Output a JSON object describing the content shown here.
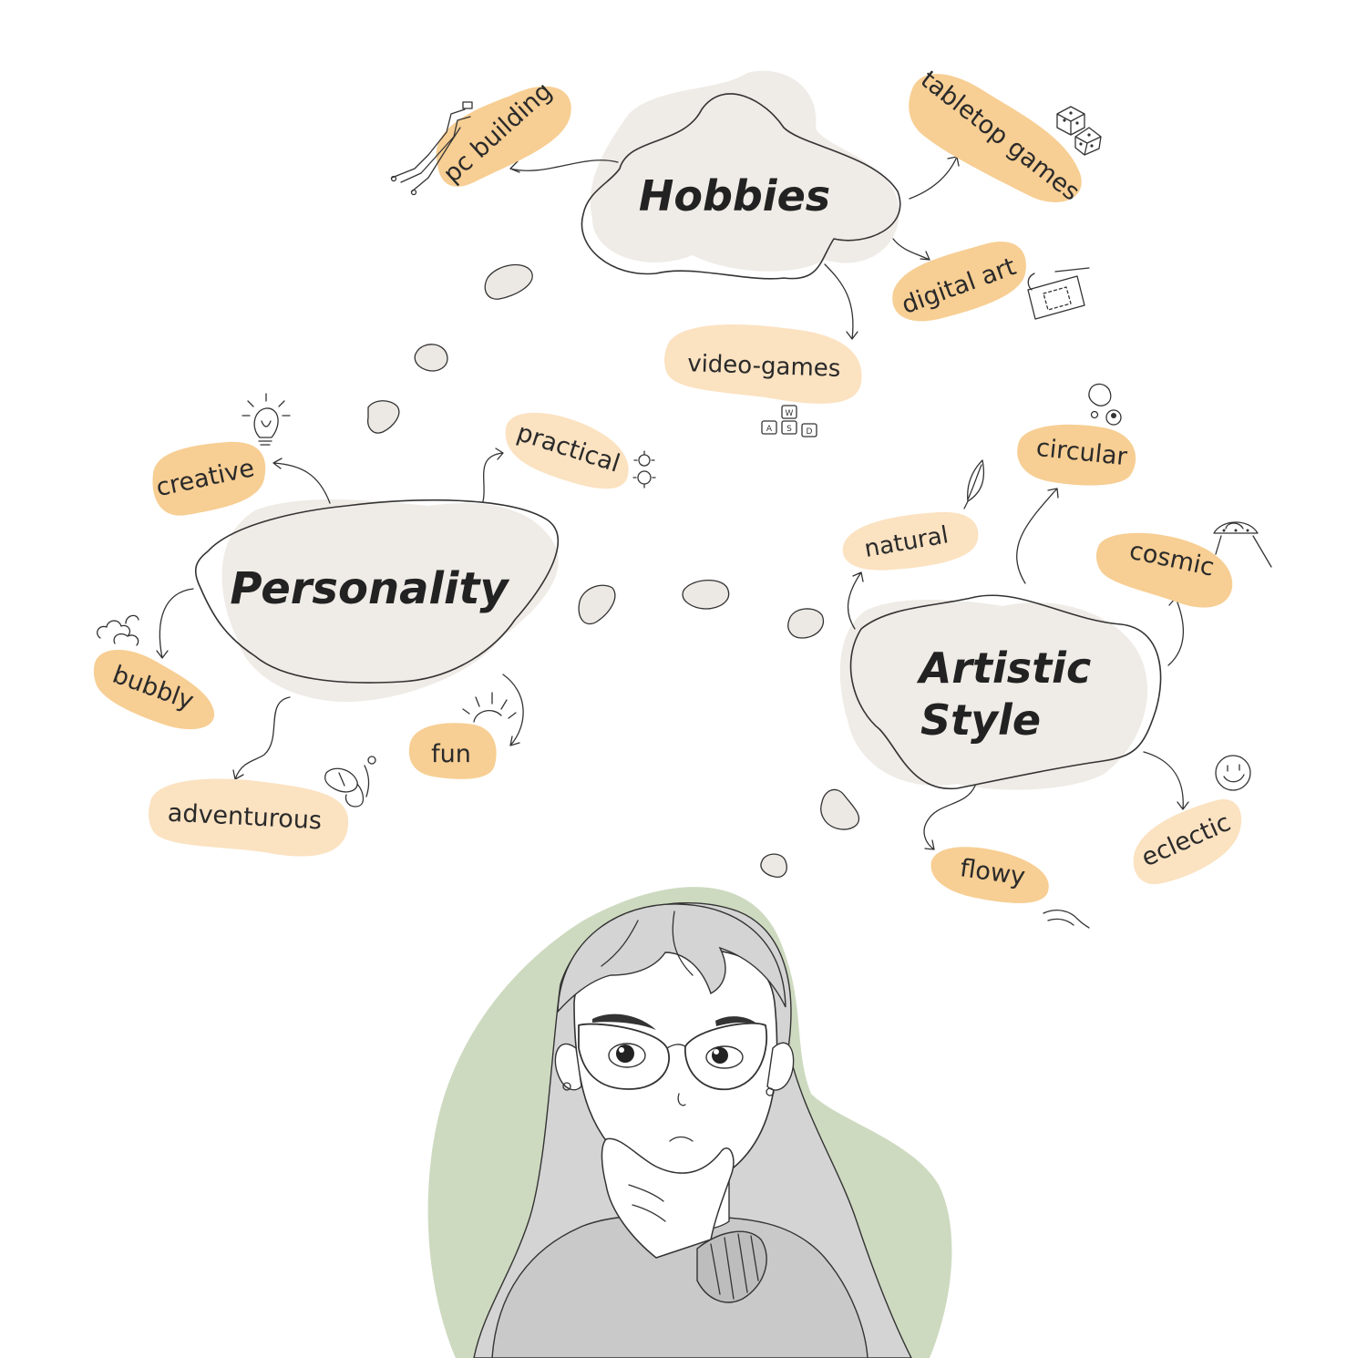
{
  "colors": {
    "hub_fill": "#efebe6",
    "tag_dark": "#f7ce93",
    "tag_light": "#fbe2c1",
    "outline": "#333333",
    "hair": "#d4d4d4",
    "sweater": "#c9c9c9",
    "green_backdrop": "#cedac0",
    "pebble": "#ece8e3"
  },
  "hubs": {
    "hobbies": {
      "label": "Hobbies"
    },
    "personality": {
      "label": "Personality"
    },
    "artistic": {
      "line1": "Artistic",
      "line2": "Style"
    }
  },
  "tags": {
    "pc_building": "pc building",
    "tabletop_games": "tabletop games",
    "digital_art": "digital art",
    "video_games": "video-games",
    "creative": "creative",
    "practical": "practical",
    "bubbly": "bubbly",
    "fun": "fun",
    "adventurous": "adventurous",
    "natural": "natural",
    "circular": "circular",
    "cosmic": "cosmic",
    "flowy": "flowy",
    "eclectic": "eclectic"
  },
  "keycaps": {
    "w": "W",
    "a": "A",
    "s": "S",
    "d": "D"
  },
  "icons": {
    "pc_building": "circuit-icon",
    "tabletop_games": "dice-icon",
    "digital_art": "drawing-tablet-icon",
    "video_games": "wasd-keys-icon",
    "creative": "lightbulb-icon",
    "practical": "gears-icon",
    "bubbly": "bubbles-icon",
    "fun": "sun-icon",
    "adventurous": "snorkel-mask-icon",
    "natural": "leaf-icon",
    "circular": "circles-icon",
    "cosmic": "ufo-icon",
    "eclectic": "smiley-icon",
    "flowy": "wave-icon"
  }
}
